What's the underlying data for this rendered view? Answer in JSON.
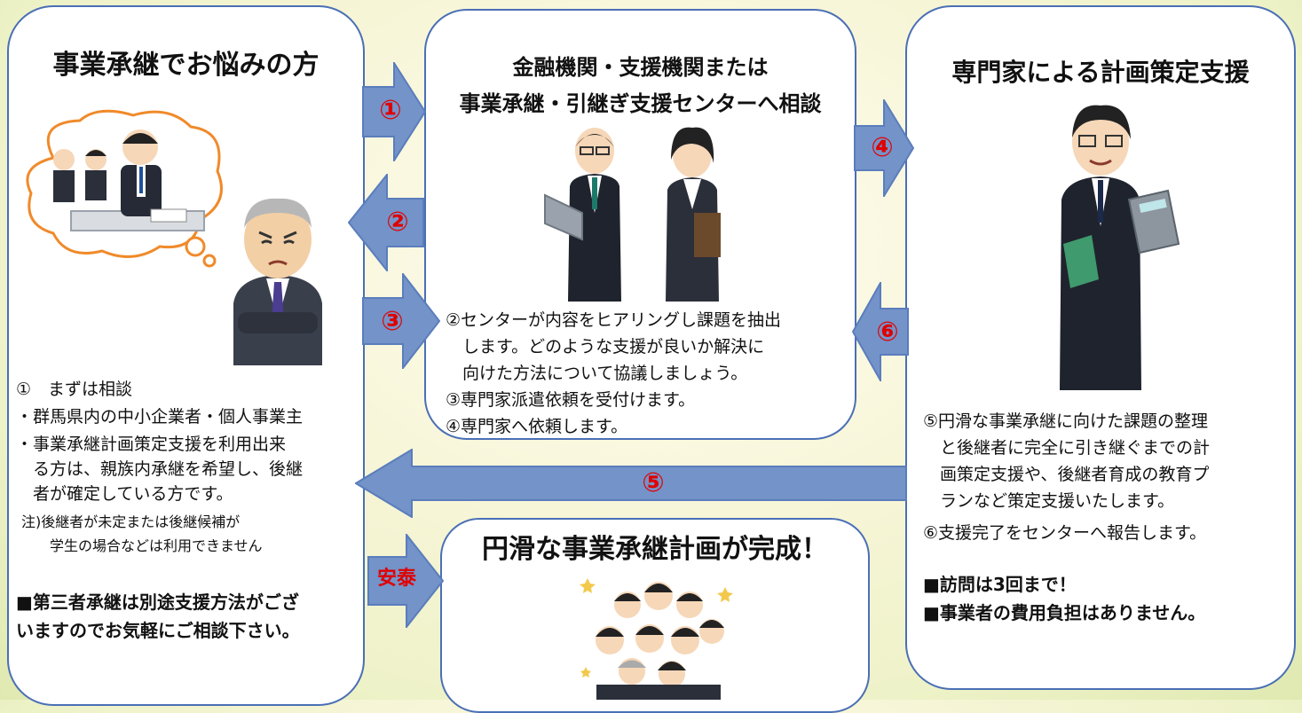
{
  "colors": {
    "panel_border": "#4a6fb5",
    "arrow_fill": "#7393c9",
    "arrow_stroke": "#5a7dbc",
    "step_number": "#e00000",
    "background": "#f8f6da"
  },
  "left_panel": {
    "title": "事業承継でお悩みの方",
    "lines": [
      "①　まずは相談",
      "・群馬県内の中小企業者・個人事業主",
      "・事業承継計画策定支援を利用出来",
      "　る方は、親族内承継を希望し、後継",
      "　者が確定している方です。"
    ],
    "note_lines": [
      "注)後継者が未定または後継候補が",
      "　　学生の場合などは利用できません"
    ],
    "bold_lines": [
      "■第三者承継は別途支援方法がござ",
      "いますのでお気軽にご相談下さい。"
    ]
  },
  "center_panel": {
    "title_lines": [
      "金融機関・支援機関または",
      "事業承継・引継ぎ支援センターへ相談"
    ],
    "lines": [
      "②センターが内容をヒアリングし課題を抽出",
      "　します。どのような支援が良いか解決に",
      "　向けた方法について協議しましょう。",
      "③専門家派遣依頼を受付けます。",
      "④専門家へ依頼します。"
    ]
  },
  "right_panel": {
    "title": "専門家による計画策定支援",
    "lines": [
      "⑤円滑な事業承継に向けた課題の整理",
      "　と後継者に完全に引き継ぐまでの計",
      "　画策定支援や、後継者育成の教育プ",
      "　ランなど策定支援いたします。",
      "⑥支援完了をセンターへ報告します。"
    ],
    "bold_lines": [
      "■訪問は3回まで！",
      "■事業者の費用負担はありません。"
    ]
  },
  "bottom_panel": {
    "title": "円滑な事業承継計画が完成！"
  },
  "arrows": {
    "step1": "①",
    "step2": "②",
    "step3": "③",
    "step4": "④",
    "step5": "⑤",
    "step6": "⑥",
    "final": "安泰"
  }
}
